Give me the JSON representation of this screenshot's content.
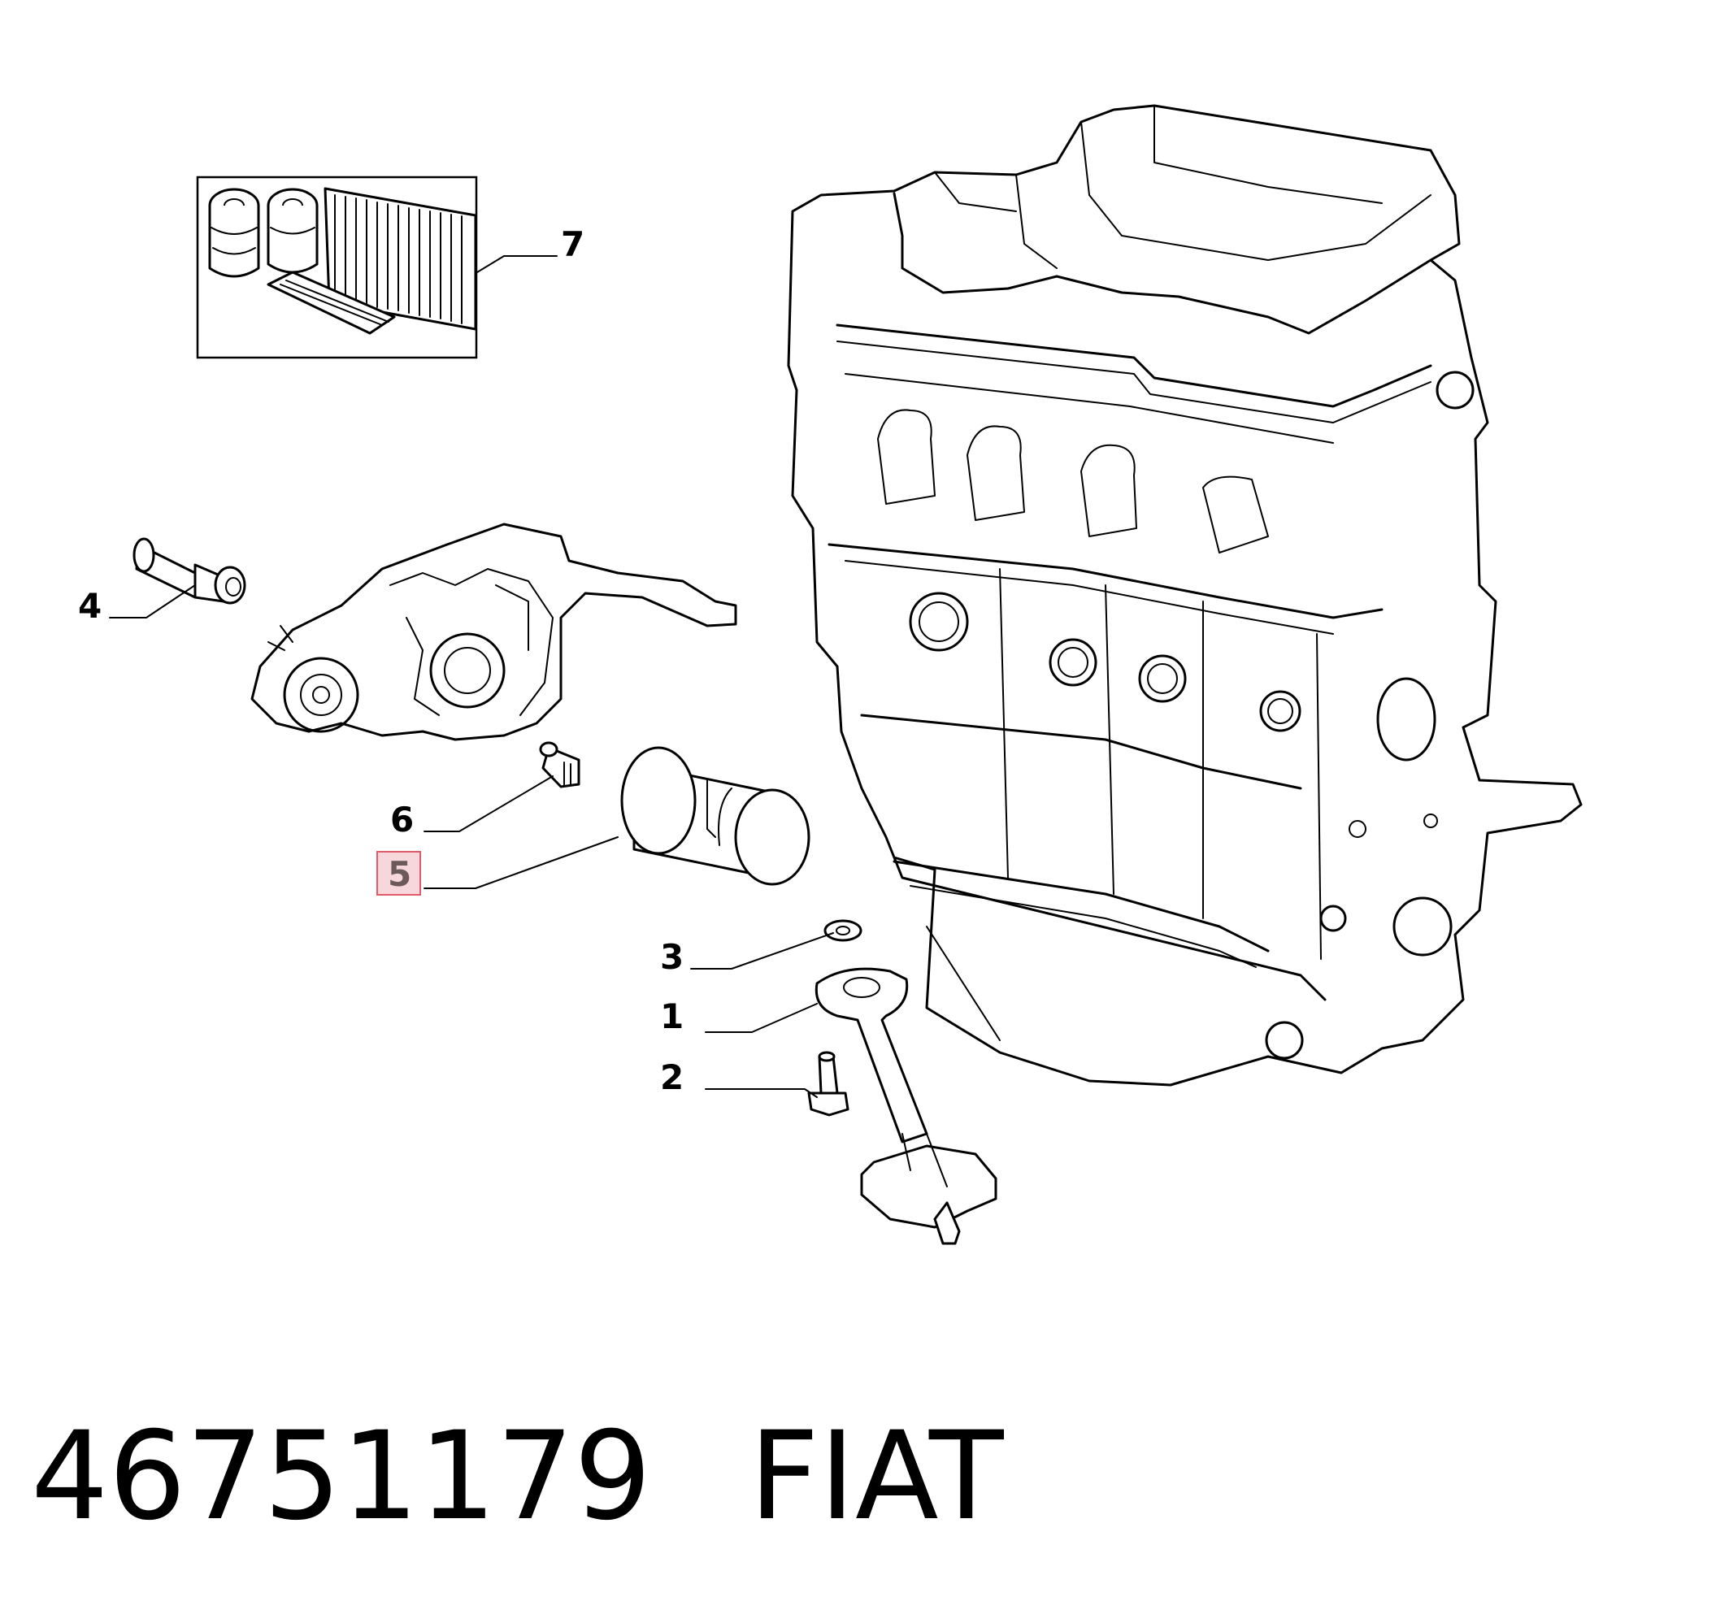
{
  "callouts": [
    {
      "id": "1",
      "label": "1",
      "selected": false
    },
    {
      "id": "2",
      "label": "2",
      "selected": false
    },
    {
      "id": "3",
      "label": "3",
      "selected": false
    },
    {
      "id": "4",
      "label": "4",
      "selected": false
    },
    {
      "id": "5",
      "label": "5",
      "selected": true
    },
    {
      "id": "6",
      "label": "6",
      "selected": false
    },
    {
      "id": "7",
      "label": "7",
      "selected": false
    }
  ],
  "caption": {
    "part_number": "46751179",
    "brand": "FIAT"
  },
  "colors": {
    "line": "#000000",
    "highlight_fill": "#f7d6dc",
    "highlight_border": "#e05a6a"
  }
}
